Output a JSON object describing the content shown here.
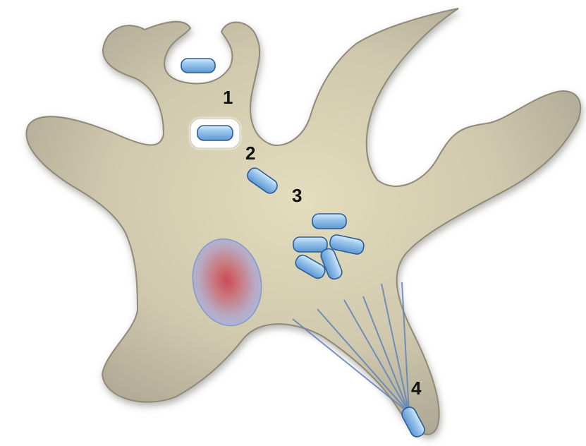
{
  "figure": {
    "step_labels": [
      "1",
      "2",
      "3",
      "4"
    ]
  },
  "colors": {
    "cell_fill_center": "#dcd5b6",
    "cell_fill_edge": "#b2ac98",
    "cell_outline": "#8a8677",
    "bacterium_fill": "#8dbde8",
    "bacterium_stroke": "#2b5d94",
    "vacuole_membrane": "#ffffff",
    "nucleus_center": "#c9525f",
    "nucleus_edge": "#a7b3d8",
    "actin_tail": "#5f83bd"
  }
}
